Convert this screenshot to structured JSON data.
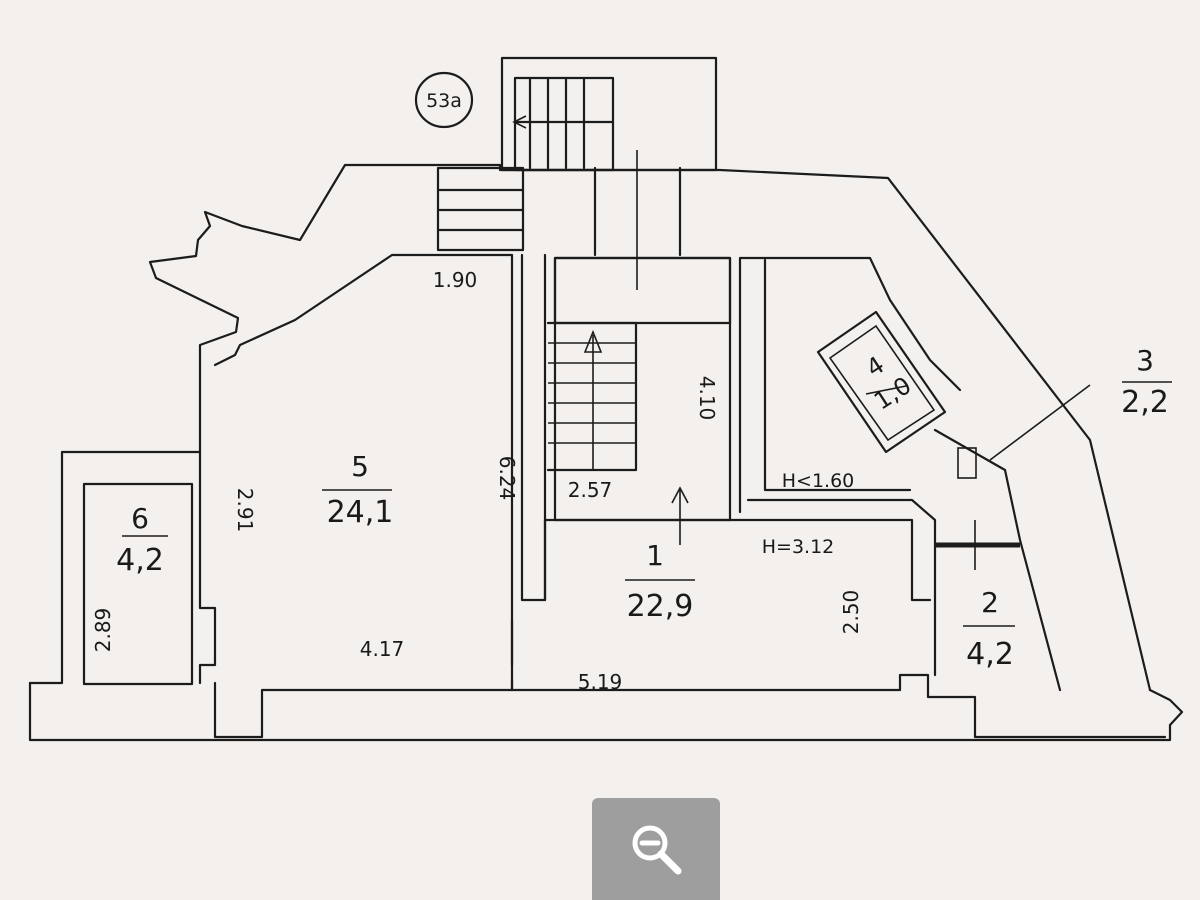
{
  "plan": {
    "building_tag": "53а",
    "rooms": [
      {
        "id": "1",
        "number": "1",
        "area": "22,9"
      },
      {
        "id": "2",
        "number": "2",
        "area": "4,2"
      },
      {
        "id": "3",
        "number": "3",
        "area": "2,2"
      },
      {
        "id": "4",
        "number": "4",
        "area": "1,0"
      },
      {
        "id": "5",
        "number": "5",
        "area": "24,1"
      },
      {
        "id": "6",
        "number": "6",
        "area": "4,2"
      }
    ],
    "dimensions": {
      "d190": "1.90",
      "d624": "6.24",
      "d410": "4.10",
      "d257": "2.57",
      "d417": "4.17",
      "d519": "5.19",
      "d250": "2.50",
      "d289": "2.89",
      "d291": "2.91"
    },
    "notes": {
      "ceiling_low": "Н<1.60",
      "ceiling_height": "Н=3.12"
    }
  },
  "controls": {
    "zoom_icon": "zoom-out-magnifier-icon",
    "colors": {
      "button_bg": "#9e9e9e",
      "icon": "#ffffff",
      "ink": "#1c1c1c"
    }
  }
}
